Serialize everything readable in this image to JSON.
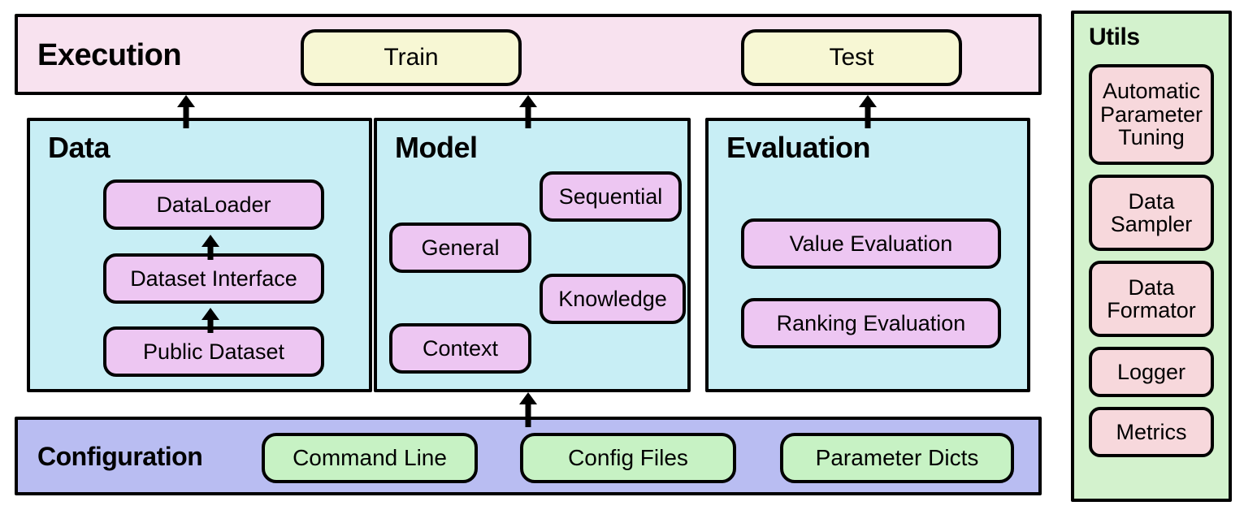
{
  "execution": {
    "title": "Execution",
    "pills": [
      {
        "label": "Train"
      },
      {
        "label": "Test"
      }
    ]
  },
  "data_panel": {
    "title": "Data",
    "nodes": [
      {
        "label": "DataLoader"
      },
      {
        "label": "Dataset Interface"
      },
      {
        "label": "Public Dataset"
      }
    ]
  },
  "model_panel": {
    "title": "Model",
    "nodes": [
      {
        "label": "Sequential"
      },
      {
        "label": "General"
      },
      {
        "label": "Knowledge"
      },
      {
        "label": "Context"
      }
    ]
  },
  "evaluation_panel": {
    "title": "Evaluation",
    "nodes": [
      {
        "label": "Value Evaluation"
      },
      {
        "label": "Ranking Evaluation"
      }
    ]
  },
  "configuration": {
    "title": "Configuration",
    "pills": [
      {
        "label": "Command Line"
      },
      {
        "label": "Config Files"
      },
      {
        "label": "Parameter Dicts"
      }
    ]
  },
  "utils": {
    "title": "Utils",
    "items": [
      {
        "label": "Automatic\nParameter\nTuning"
      },
      {
        "label": "Data\nSampler"
      },
      {
        "label": "Data\nFormator"
      },
      {
        "label": "Logger"
      },
      {
        "label": "Metrics"
      }
    ]
  },
  "colors": {
    "execution_bg": "#f8e2ef",
    "exec_pill_bg": "#f7f7d4",
    "panel_bg": "#c8eef5",
    "node_bg": "#edc6f2",
    "config_bg": "#b9bdf2",
    "config_pill_bg": "#c7f2c4",
    "utils_bg": "#d3f2cd",
    "utils_item_bg": "#f7d8dc",
    "stroke": "#000000"
  }
}
